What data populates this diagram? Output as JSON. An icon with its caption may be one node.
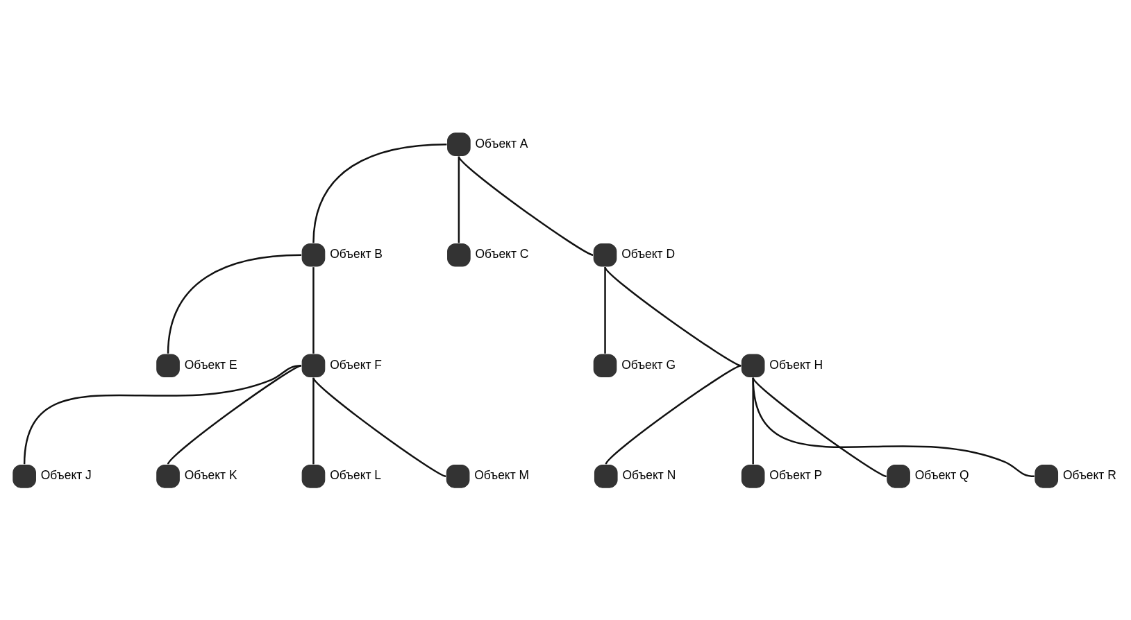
{
  "diagram": {
    "nodes": [
      {
        "text": [
          "Объект A"
        ]
      },
      {
        "text": [
          "Объект B"
        ]
      },
      {
        "text": [
          "Объект C"
        ]
      },
      {
        "text": [
          "Объект D"
        ]
      },
      {
        "text": [
          "Объект E"
        ]
      },
      {
        "text": [
          "Объект F"
        ]
      },
      {
        "text": [
          "Объект G"
        ]
      },
      {
        "text": [
          "Объект H"
        ]
      },
      {
        "text": [
          "Объект J"
        ]
      },
      {
        "text": [
          "Объект K"
        ]
      },
      {
        "text": [
          "Объект L"
        ]
      },
      {
        "text": [
          "Объект M"
        ]
      },
      {
        "text": [
          "Объект N"
        ]
      },
      {
        "text": [
          "Объект P"
        ]
      },
      {
        "text": [
          "Объект Q"
        ]
      },
      {
        "text": [
          "Объект R"
        ]
      }
    ],
    "edges": [
      {
        "from": 0,
        "to": 1,
        "arrow": "none"
      },
      {
        "from": 0,
        "to": 2,
        "arrow": "none"
      },
      {
        "from": 0,
        "to": 3,
        "arrow": "none"
      },
      {
        "from": 1,
        "to": 4,
        "arrow": "none"
      },
      {
        "from": 1,
        "to": 5,
        "arrow": "none"
      },
      {
        "from": 3,
        "to": 6,
        "arrow": "none"
      },
      {
        "from": 3,
        "to": 7,
        "arrow": "none"
      },
      {
        "from": 5,
        "to": 8,
        "arrow": "none"
      },
      {
        "from": 5,
        "to": 9,
        "arrow": "none"
      },
      {
        "from": 5,
        "to": 10,
        "arrow": "none"
      },
      {
        "from": 5,
        "to": 11,
        "arrow": "none"
      },
      {
        "from": 7,
        "to": 12,
        "arrow": "none"
      },
      {
        "from": 7,
        "to": 13,
        "arrow": "none"
      },
      {
        "from": 7,
        "to": 14,
        "arrow": "none"
      },
      {
        "from": 7,
        "to": 15,
        "arrow": "none"
      }
    ]
  }
}
